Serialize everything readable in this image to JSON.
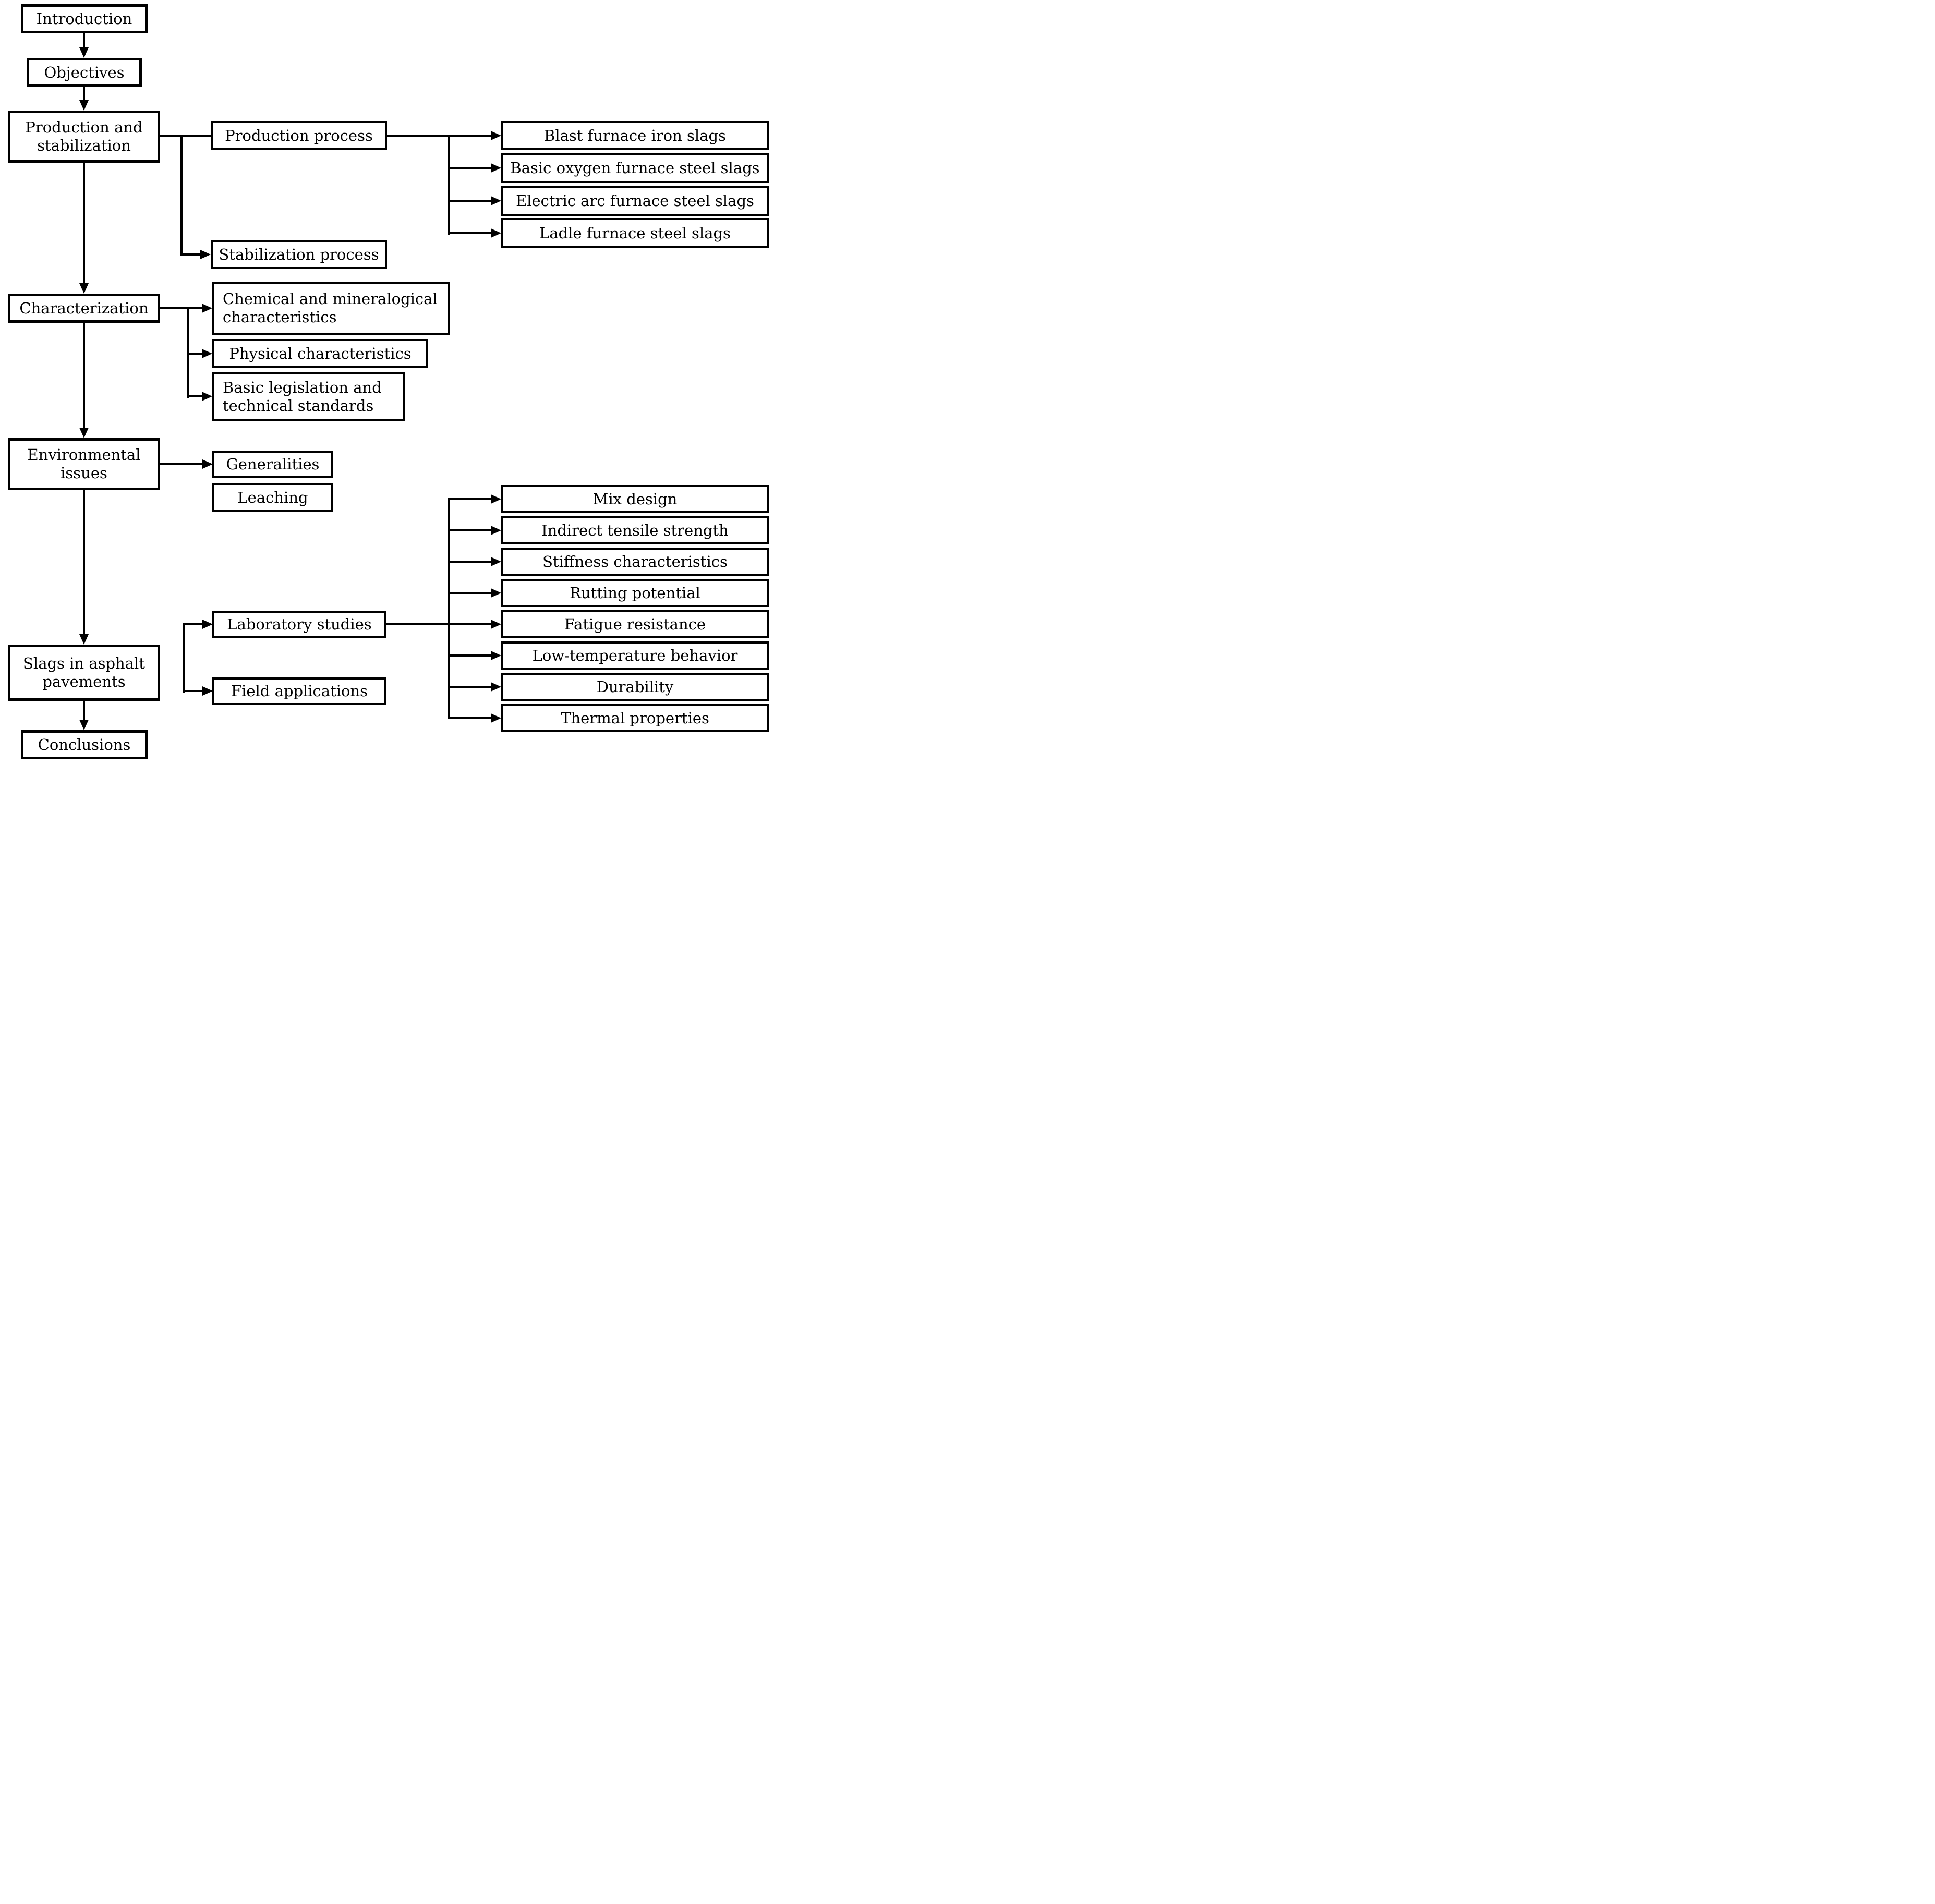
{
  "boxes": {
    "introduction": "Introduction",
    "objectives": "Objectives",
    "production_stabilization": "Production and stabilization",
    "characterization": "Characterization",
    "environmental_issues": "Environmental issues",
    "slags_asphalt": "Slags in asphalt pavements",
    "conclusions": "Conclusions",
    "production_process": "Production process",
    "stabilization_process": "Stabilization process",
    "chemical_mineralogical": "Chemical and mineralogical characteristics",
    "physical": "Physical characteristics",
    "basic_legislation": "Basic legislation and technical standards",
    "generalities": "Generalities",
    "leaching": "Leaching",
    "laboratory_studies": "Laboratory studies",
    "field_applications": "Field applications",
    "blast_furnace": "Blast furnace iron slags",
    "basic_oxygen": "Basic oxygen furnace steel slags",
    "electric_arc": "Electric arc furnace steel slags",
    "ladle_furnace": "Ladle furnace steel slags",
    "mix_design": "Mix design",
    "indirect_tensile": "Indirect tensile strength",
    "stiffness": "Stiffness characteristics",
    "rutting": "Rutting potential",
    "fatigue": "Fatigue resistance",
    "low_temperature": "Low-temperature behavior",
    "durability": "Durability",
    "thermal": "Thermal properties"
  },
  "colors": {
    "line": "#000000",
    "box_border": "#000000",
    "box_background": "#ffffff",
    "page_background": "#ffffff"
  },
  "edges": [
    {
      "from": "Introduction",
      "to": "Objectives",
      "arrow": true
    },
    {
      "from": "Objectives",
      "to": "Production and stabilization",
      "arrow": true
    },
    {
      "from": "Production and stabilization",
      "to": "Characterization",
      "arrow": true
    },
    {
      "from": "Characterization",
      "to": "Environmental issues",
      "arrow": true
    },
    {
      "from": "Environmental issues",
      "to": "Slags in asphalt pavements",
      "arrow": true
    },
    {
      "from": "Slags in asphalt pavements",
      "to": "Conclusions",
      "arrow": true
    },
    {
      "from": "Production and stabilization",
      "to": "Production process",
      "arrow": false
    },
    {
      "from": "Production and stabilization",
      "to": "Stabilization process",
      "arrow": true
    },
    {
      "from": "Production process",
      "to": "Blast furnace iron slags",
      "arrow": true
    },
    {
      "from": "Production process",
      "to": "Basic oxygen furnace steel slags",
      "arrow": true
    },
    {
      "from": "Production process",
      "to": "Electric arc furnace steel slags",
      "arrow": true
    },
    {
      "from": "Production process",
      "to": "Ladle furnace steel slags",
      "arrow": true
    },
    {
      "from": "Characterization",
      "to": "Chemical and mineralogical characteristics",
      "arrow": true
    },
    {
      "from": "Characterization",
      "to": "Physical characteristics",
      "arrow": true
    },
    {
      "from": "Characterization",
      "to": "Basic legislation and technical standards",
      "arrow": true
    },
    {
      "from": "Environmental issues",
      "to": "Generalities",
      "arrow": true
    },
    {
      "from": "Slags in asphalt pavements",
      "to": "Laboratory studies",
      "arrow": true
    },
    {
      "from": "Slags in asphalt pavements",
      "to": "Field applications",
      "arrow": true
    },
    {
      "from": "Laboratory studies",
      "to": "Mix design",
      "arrow": true
    },
    {
      "from": "Laboratory studies",
      "to": "Indirect tensile strength",
      "arrow": true
    },
    {
      "from": "Laboratory studies",
      "to": "Stiffness characteristics",
      "arrow": true
    },
    {
      "from": "Laboratory studies",
      "to": "Rutting potential",
      "arrow": true
    },
    {
      "from": "Laboratory studies",
      "to": "Fatigue resistance",
      "arrow": true
    },
    {
      "from": "Laboratory studies",
      "to": "Low-temperature behavior",
      "arrow": true
    },
    {
      "from": "Laboratory studies",
      "to": "Durability",
      "arrow": true
    },
    {
      "from": "Laboratory studies",
      "to": "Thermal properties",
      "arrow": true
    }
  ]
}
